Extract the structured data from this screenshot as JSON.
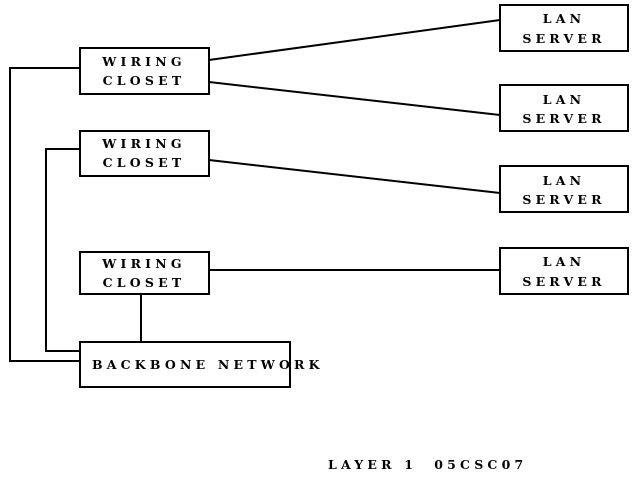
{
  "wiring_closets": [
    {
      "line1": "WIRING",
      "line2": "CLOSET"
    },
    {
      "line1": "WIRING",
      "line2": "CLOSET"
    },
    {
      "line1": "WIRING",
      "line2": "CLOSET"
    }
  ],
  "lan_servers": [
    {
      "line1": "LAN",
      "line2": "SERVER"
    },
    {
      "line1": "LAN",
      "line2": "SERVER"
    },
    {
      "line1": "LAN",
      "line2": "SERVER"
    },
    {
      "line1": "LAN",
      "line2": "SERVER"
    }
  ],
  "backbone": {
    "label": "BACKBONE NETWORK"
  },
  "caption": "LAYER 1  05CSC07",
  "colors": {
    "stroke": "#000000",
    "fill": "#ffffff",
    "text": "#000000"
  }
}
